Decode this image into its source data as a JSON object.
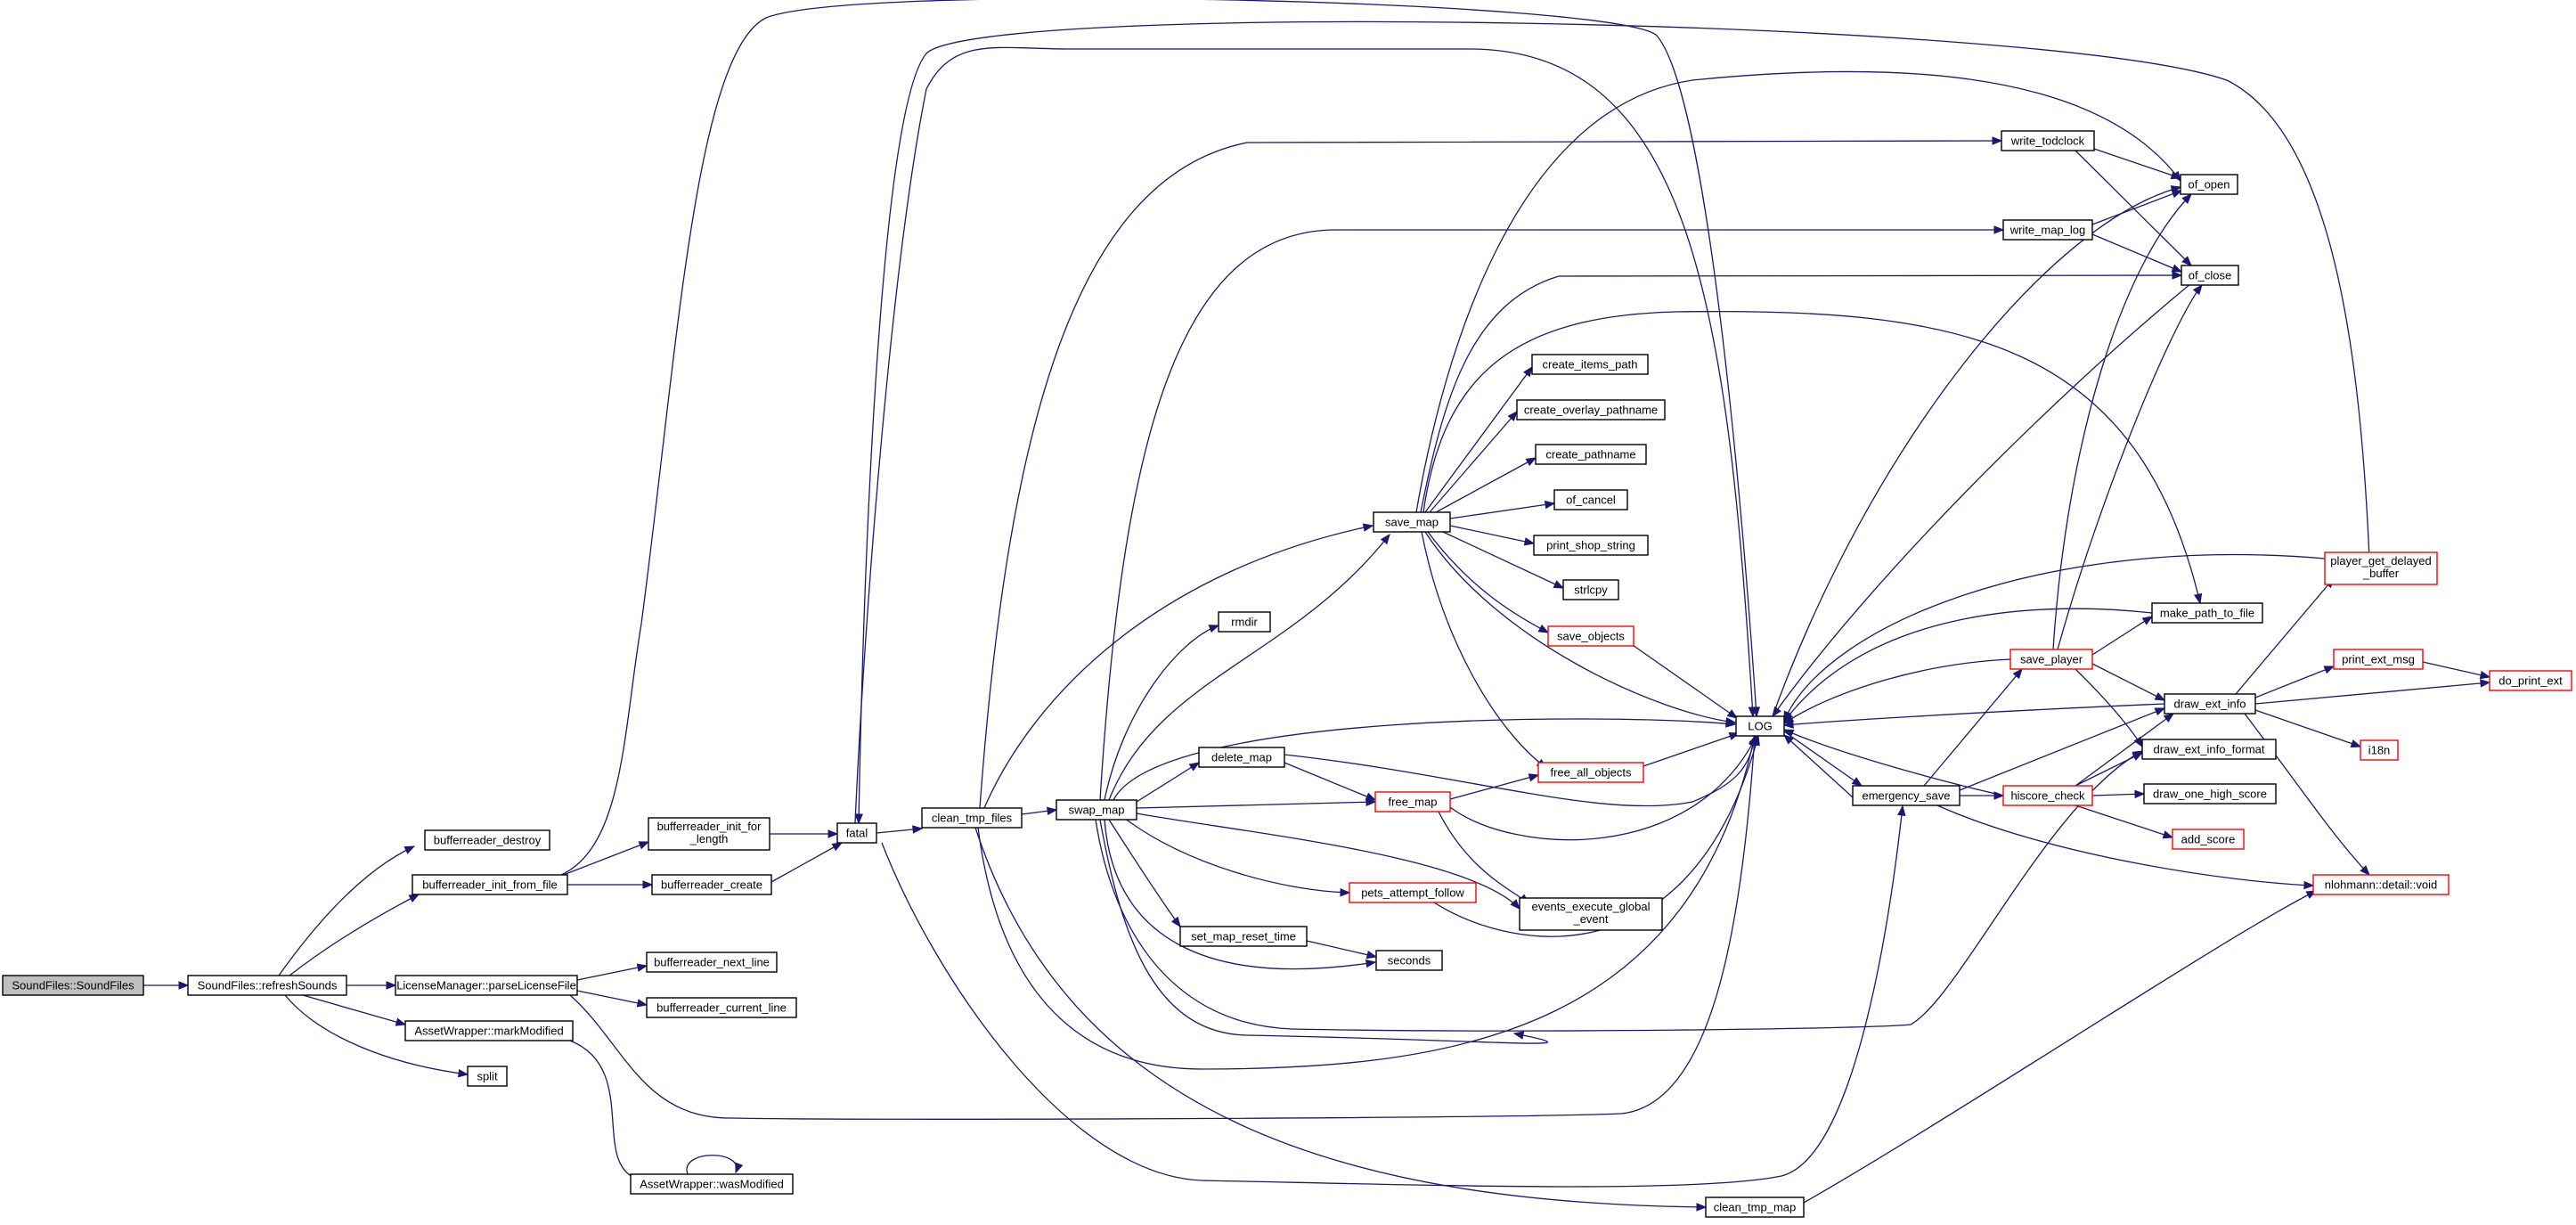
{
  "graph": {
    "colors": {
      "edge": "#191970",
      "node_border": "#000000",
      "truncated_border": "#ff0000",
      "root_fill": "#bfbfbf",
      "background": "#ffffff"
    },
    "nodes": [
      {
        "id": "soundfiles_ctor",
        "label": [
          "SoundFiles::SoundFiles"
        ],
        "root": true
      },
      {
        "id": "refreshSounds",
        "label": [
          "SoundFiles::refreshSounds"
        ]
      },
      {
        "id": "bufferreader_destroy",
        "label": [
          "bufferreader_destroy"
        ]
      },
      {
        "id": "bufferreader_init_from_file",
        "label": [
          "bufferreader_init_from_file"
        ]
      },
      {
        "id": "bufferreader_init_for_length",
        "label": [
          "bufferreader_init_for",
          "_length"
        ]
      },
      {
        "id": "bufferreader_create",
        "label": [
          "bufferreader_create"
        ]
      },
      {
        "id": "parseLicenseFile",
        "label": [
          "LicenseManager::parseLicenseFile"
        ]
      },
      {
        "id": "bufferreader_next_line",
        "label": [
          "bufferreader_next_line"
        ]
      },
      {
        "id": "bufferreader_current_line",
        "label": [
          "bufferreader_current_line"
        ]
      },
      {
        "id": "markModified",
        "label": [
          "AssetWrapper::markModified"
        ]
      },
      {
        "id": "split",
        "label": [
          "split"
        ]
      },
      {
        "id": "wasModified",
        "label": [
          "AssetWrapper::wasModified"
        ]
      },
      {
        "id": "fatal",
        "label": [
          "fatal"
        ]
      },
      {
        "id": "clean_tmp_files",
        "label": [
          "clean_tmp_files"
        ]
      },
      {
        "id": "swap_map",
        "label": [
          "swap_map"
        ]
      },
      {
        "id": "rmdir",
        "label": [
          "rmdir"
        ]
      },
      {
        "id": "delete_map",
        "label": [
          "delete_map"
        ]
      },
      {
        "id": "free_map",
        "label": [
          "free_map"
        ],
        "truncated": true
      },
      {
        "id": "pets_attempt_follow",
        "label": [
          "pets_attempt_follow"
        ],
        "truncated": true
      },
      {
        "id": "set_map_reset_time",
        "label": [
          "set_map_reset_time"
        ]
      },
      {
        "id": "seconds",
        "label": [
          "seconds"
        ]
      },
      {
        "id": "save_map",
        "label": [
          "save_map"
        ]
      },
      {
        "id": "create_items_path",
        "label": [
          "create_items_path"
        ]
      },
      {
        "id": "create_overlay_pathname",
        "label": [
          "create_overlay_pathname"
        ]
      },
      {
        "id": "create_pathname",
        "label": [
          "create_pathname"
        ]
      },
      {
        "id": "of_cancel",
        "label": [
          "of_cancel"
        ]
      },
      {
        "id": "print_shop_string",
        "label": [
          "print_shop_string"
        ]
      },
      {
        "id": "strlcpy",
        "label": [
          "strlcpy"
        ]
      },
      {
        "id": "save_objects",
        "label": [
          "save_objects"
        ],
        "truncated": true
      },
      {
        "id": "free_all_objects",
        "label": [
          "free_all_objects"
        ],
        "truncated": true
      },
      {
        "id": "events_execute_global_event",
        "label": [
          "events_execute_global",
          "_event"
        ]
      },
      {
        "id": "LOG",
        "label": [
          "LOG"
        ]
      },
      {
        "id": "clean_tmp_map",
        "label": [
          "clean_tmp_map"
        ]
      },
      {
        "id": "emergency_save",
        "label": [
          "emergency_save"
        ]
      },
      {
        "id": "write_todclock",
        "label": [
          "write_todclock"
        ]
      },
      {
        "id": "write_map_log",
        "label": [
          "write_map_log"
        ]
      },
      {
        "id": "of_open",
        "label": [
          "of_open"
        ]
      },
      {
        "id": "of_close",
        "label": [
          "of_close"
        ]
      },
      {
        "id": "save_player",
        "label": [
          "save_player"
        ],
        "truncated": true
      },
      {
        "id": "make_path_to_file",
        "label": [
          "make_path_to_file"
        ]
      },
      {
        "id": "draw_ext_info",
        "label": [
          "draw_ext_info"
        ]
      },
      {
        "id": "draw_ext_info_format",
        "label": [
          "draw_ext_info_format"
        ]
      },
      {
        "id": "hiscore_check",
        "label": [
          "hiscore_check"
        ],
        "truncated": true
      },
      {
        "id": "draw_one_high_score",
        "label": [
          "draw_one_high_score"
        ]
      },
      {
        "id": "add_score",
        "label": [
          "add_score"
        ],
        "truncated": true
      },
      {
        "id": "player_get_delayed_buffer",
        "label": [
          "player_get_delayed",
          "_buffer"
        ],
        "truncated": true
      },
      {
        "id": "print_ext_msg",
        "label": [
          "print_ext_msg"
        ],
        "truncated": true
      },
      {
        "id": "do_print_ext",
        "label": [
          "do_print_ext"
        ],
        "truncated": true
      },
      {
        "id": "i18n",
        "label": [
          "i18n"
        ],
        "truncated": true
      },
      {
        "id": "nlohmann_void",
        "label": [
          "nlohmann::detail::void"
        ],
        "truncated": true
      }
    ],
    "edges": [
      {
        "from": "soundfiles_ctor",
        "to": "refreshSounds"
      },
      {
        "from": "refreshSounds",
        "to": "bufferreader_destroy"
      },
      {
        "from": "refreshSounds",
        "to": "bufferreader_init_from_file"
      },
      {
        "from": "refreshSounds",
        "to": "parseLicenseFile"
      },
      {
        "from": "refreshSounds",
        "to": "markModified"
      },
      {
        "from": "refreshSounds",
        "to": "split"
      },
      {
        "from": "bufferreader_init_from_file",
        "to": "bufferreader_init_for_length"
      },
      {
        "from": "bufferreader_init_from_file",
        "to": "bufferreader_create"
      },
      {
        "from": "bufferreader_init_from_file",
        "to": "LOG"
      },
      {
        "from": "bufferreader_init_for_length",
        "to": "fatal"
      },
      {
        "from": "bufferreader_create",
        "to": "fatal"
      },
      {
        "from": "parseLicenseFile",
        "to": "bufferreader_next_line"
      },
      {
        "from": "parseLicenseFile",
        "to": "bufferreader_current_line"
      },
      {
        "from": "parseLicenseFile",
        "to": "LOG"
      },
      {
        "from": "markModified",
        "to": "wasModified"
      },
      {
        "from": "wasModified",
        "to": "wasModified"
      },
      {
        "from": "fatal",
        "to": "clean_tmp_files"
      },
      {
        "from": "fatal",
        "to": "LOG"
      },
      {
        "from": "fatal",
        "to": "emergency_save"
      },
      {
        "from": "clean_tmp_files",
        "to": "swap_map"
      },
      {
        "from": "clean_tmp_files",
        "to": "save_map"
      },
      {
        "from": "clean_tmp_files",
        "to": "write_todclock"
      },
      {
        "from": "clean_tmp_files",
        "to": "LOG"
      },
      {
        "from": "clean_tmp_files",
        "to": "clean_tmp_map"
      },
      {
        "from": "swap_map",
        "to": "rmdir"
      },
      {
        "from": "swap_map",
        "to": "save_map"
      },
      {
        "from": "swap_map",
        "to": "delete_map"
      },
      {
        "from": "swap_map",
        "to": "free_map"
      },
      {
        "from": "swap_map",
        "to": "pets_attempt_follow"
      },
      {
        "from": "swap_map",
        "to": "set_map_reset_time"
      },
      {
        "from": "swap_map",
        "to": "seconds"
      },
      {
        "from": "swap_map",
        "to": "events_execute_global_event"
      },
      {
        "from": "swap_map",
        "to": "LOG"
      },
      {
        "from": "swap_map",
        "to": "write_map_log"
      },
      {
        "from": "swap_map",
        "to": "draw_ext_info_format"
      },
      {
        "from": "swap_map",
        "to": "fatal"
      },
      {
        "from": "delete_map",
        "to": "free_map"
      },
      {
        "from": "delete_map",
        "to": "LOG"
      },
      {
        "from": "free_map",
        "to": "free_all_objects"
      },
      {
        "from": "free_map",
        "to": "events_execute_global_event"
      },
      {
        "from": "free_map",
        "to": "LOG"
      },
      {
        "from": "set_map_reset_time",
        "to": "seconds"
      },
      {
        "from": "pets_attempt_follow",
        "to": "LOG"
      },
      {
        "from": "save_map",
        "to": "create_items_path"
      },
      {
        "from": "save_map",
        "to": "create_overlay_pathname"
      },
      {
        "from": "save_map",
        "to": "create_pathname"
      },
      {
        "from": "save_map",
        "to": "of_cancel"
      },
      {
        "from": "save_map",
        "to": "print_shop_string"
      },
      {
        "from": "save_map",
        "to": "strlcpy"
      },
      {
        "from": "save_map",
        "to": "save_objects"
      },
      {
        "from": "save_map",
        "to": "free_all_objects"
      },
      {
        "from": "save_map",
        "to": "LOG"
      },
      {
        "from": "save_map",
        "to": "of_open"
      },
      {
        "from": "save_map",
        "to": "of_close"
      },
      {
        "from": "save_map",
        "to": "make_path_to_file"
      },
      {
        "from": "save_objects",
        "to": "LOG"
      },
      {
        "from": "free_all_objects",
        "to": "LOG"
      },
      {
        "from": "clean_tmp_map",
        "to": "nlohmann_void"
      },
      {
        "from": "LOG",
        "to": "emergency_save"
      },
      {
        "from": "LOG",
        "to": "of_open"
      },
      {
        "from": "emergency_save",
        "to": "save_player"
      },
      {
        "from": "emergency_save",
        "to": "hiscore_check"
      },
      {
        "from": "emergency_save",
        "to": "draw_ext_info"
      },
      {
        "from": "emergency_save",
        "to": "nlohmann_void"
      },
      {
        "from": "emergency_save",
        "to": "LOG"
      },
      {
        "from": "write_todclock",
        "to": "of_open"
      },
      {
        "from": "write_todclock",
        "to": "of_close"
      },
      {
        "from": "write_map_log",
        "to": "of_open"
      },
      {
        "from": "write_map_log",
        "to": "of_close"
      },
      {
        "from": "save_player",
        "to": "of_open"
      },
      {
        "from": "save_player",
        "to": "of_close"
      },
      {
        "from": "save_player",
        "to": "make_path_to_file"
      },
      {
        "from": "save_player",
        "to": "draw_ext_info"
      },
      {
        "from": "save_player",
        "to": "draw_ext_info_format"
      },
      {
        "from": "save_player",
        "to": "LOG"
      },
      {
        "from": "make_path_to_file",
        "to": "LOG"
      },
      {
        "from": "hiscore_check",
        "to": "draw_ext_info"
      },
      {
        "from": "hiscore_check",
        "to": "draw_ext_info_format"
      },
      {
        "from": "hiscore_check",
        "to": "draw_one_high_score"
      },
      {
        "from": "hiscore_check",
        "to": "add_score"
      },
      {
        "from": "hiscore_check",
        "to": "LOG"
      },
      {
        "from": "draw_ext_info",
        "to": "player_get_delayed_buffer"
      },
      {
        "from": "draw_ext_info",
        "to": "print_ext_msg"
      },
      {
        "from": "draw_ext_info",
        "to": "do_print_ext"
      },
      {
        "from": "draw_ext_info",
        "to": "i18n"
      },
      {
        "from": "draw_ext_info",
        "to": "nlohmann_void"
      },
      {
        "from": "draw_ext_info",
        "to": "LOG"
      },
      {
        "from": "player_get_delayed_buffer",
        "to": "LOG"
      },
      {
        "from": "player_get_delayed_buffer",
        "to": "fatal"
      },
      {
        "from": "print_ext_msg",
        "to": "do_print_ext"
      },
      {
        "from": "of_close",
        "to": "LOG"
      }
    ]
  }
}
